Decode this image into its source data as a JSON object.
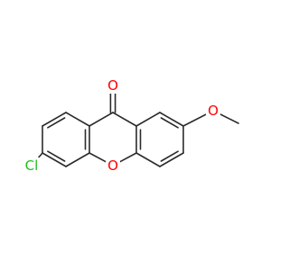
{
  "molecule": {
    "atoms": {
      "carbonyl_oxygen": {
        "symbol": "O",
        "color": "#ff0000"
      },
      "ring_oxygen": {
        "symbol": "O",
        "color": "#ff0000"
      },
      "methoxy_oxygen": {
        "symbol": "O",
        "color": "#ff0000"
      },
      "chlorine": {
        "symbol": "Cl",
        "color": "#1fbf1f"
      }
    },
    "bond_color": "#2b2b2b",
    "background": "#ffffff"
  }
}
